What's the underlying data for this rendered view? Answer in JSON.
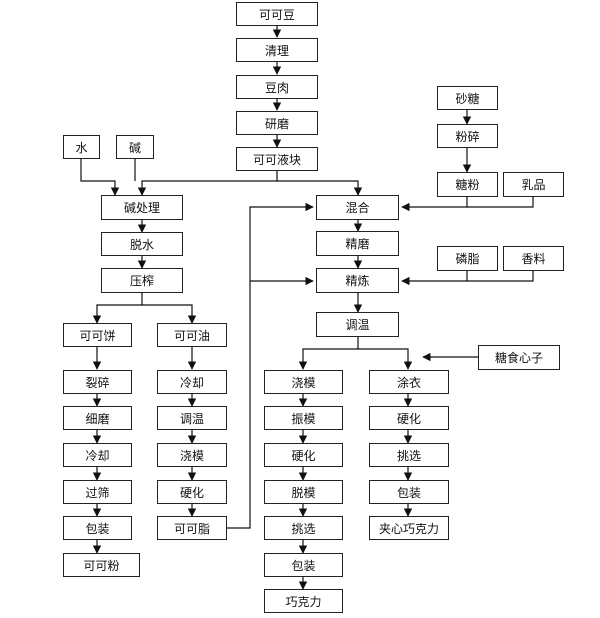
{
  "nodes": {
    "cocoa_bean": "可可豆",
    "clean": "清理",
    "nib": "豆肉",
    "grind": "研磨",
    "liquor": "可可液块",
    "water": "水",
    "alkali": "碱",
    "alkalize": "碱处理",
    "dehydrate": "脱水",
    "press": "压榨",
    "cake": "可可饼",
    "cocoa_oil": "可可油",
    "crush": "裂碎",
    "fine_grind": "细磨",
    "cool_left": "冷却",
    "sieve": "过筛",
    "pack_left": "包装",
    "cocoa_powder": "可可粉",
    "cool_right": "冷却",
    "temper_left": "调温",
    "mould_left": "浇模",
    "harden_left": "硬化",
    "cocoa_butter": "可可脂",
    "sugar": "砂糖",
    "pulverize": "粉碎",
    "icing_sugar": "糖粉",
    "dairy": "乳品",
    "mix": "混合",
    "refine": "精磨",
    "conche": "精炼",
    "lecithin": "磷脂",
    "flavor": "香料",
    "temper_center": "调温",
    "candy_center": "糖食心子",
    "mould_center": "浇模",
    "vibrate": "振模",
    "harden_center": "硬化",
    "demould": "脱模",
    "select_center": "挑选",
    "pack_center": "包装",
    "chocolate": "巧克力",
    "enrobe": "涂衣",
    "harden_right": "硬化",
    "select_right": "挑选",
    "pack_right": "包装",
    "filled_chocolate": "夹心巧克力"
  }
}
